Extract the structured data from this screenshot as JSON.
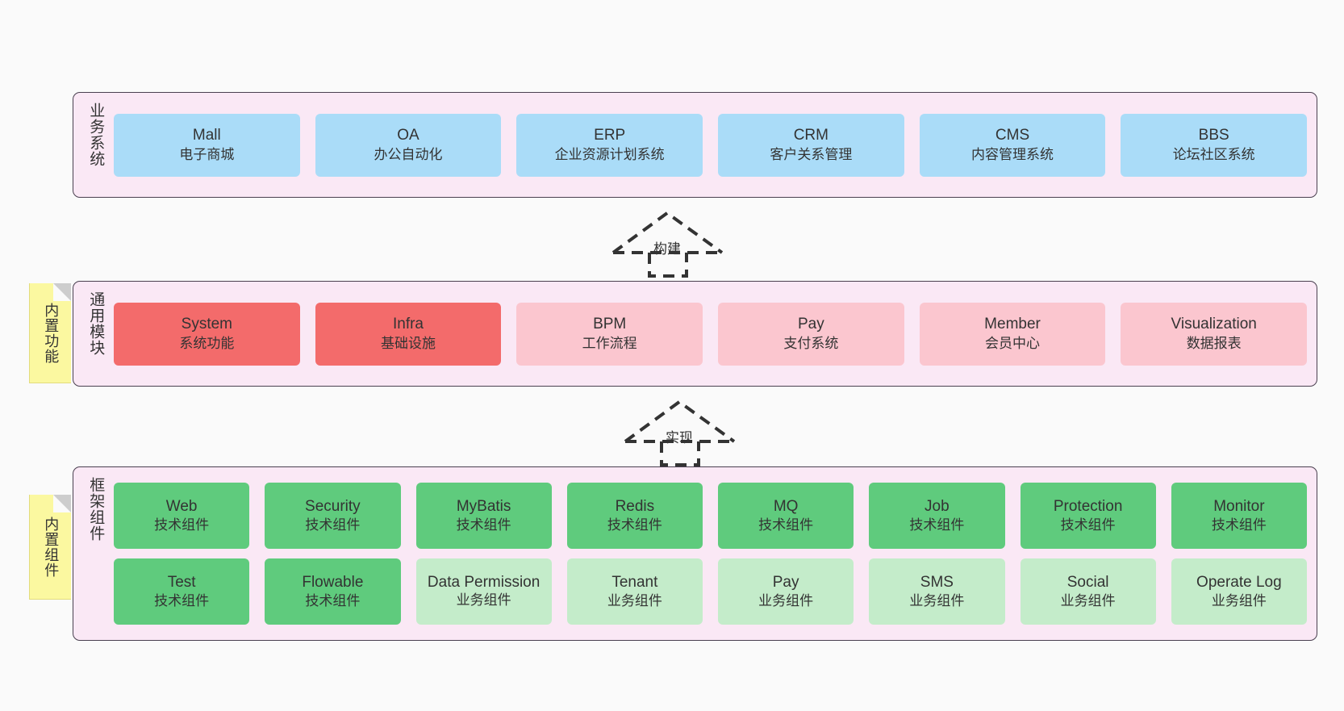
{
  "diagram": {
    "background_color": "#fafafa",
    "layer_bg": "#fae8f5",
    "layer_border": "#4a4050",
    "note_color": "#fbf8a0"
  },
  "layers": [
    {
      "label": "业务系统",
      "accent": "#aadcf8",
      "rows": [
        {
          "cells": [
            {
              "title": "Mall",
              "subtitle": "电子商城",
              "color": "#aadcf8"
            },
            {
              "title": "OA",
              "subtitle": "办公自动化",
              "color": "#aadcf8"
            },
            {
              "title": "ERP",
              "subtitle": "企业资源计划系统",
              "color": "#aadcf8"
            },
            {
              "title": "CRM",
              "subtitle": "客户关系管理",
              "color": "#aadcf8"
            },
            {
              "title": "CMS",
              "subtitle": "内容管理系统",
              "color": "#aadcf8"
            },
            {
              "title": "BBS",
              "subtitle": "论坛社区系统",
              "color": "#aadcf8"
            }
          ]
        }
      ]
    },
    {
      "label": "通用模块",
      "note": "内置功能",
      "accent": "#f36b6b",
      "rows": [
        {
          "cells": [
            {
              "title": "System",
              "subtitle": "系统功能",
              "color": "#f36b6b"
            },
            {
              "title": "Infra",
              "subtitle": "基础设施",
              "color": "#f36b6b"
            },
            {
              "title": "BPM",
              "subtitle": "工作流程",
              "color": "#fbc6cf"
            },
            {
              "title": "Pay",
              "subtitle": "支付系统",
              "color": "#fbc6cf"
            },
            {
              "title": "Member",
              "subtitle": "会员中心",
              "color": "#fbc6cf"
            },
            {
              "title": "Visualization",
              "subtitle": "数据报表",
              "color": "#fbc6cf"
            }
          ]
        }
      ]
    },
    {
      "label": "框架组件",
      "note": "内置组件",
      "accent": "#5fcb7d",
      "rows": [
        {
          "cells": [
            {
              "title": "Web",
              "subtitle": "技术组件",
              "color": "#5fcb7d"
            },
            {
              "title": "Security",
              "subtitle": "技术组件",
              "color": "#5fcb7d"
            },
            {
              "title": "MyBatis",
              "subtitle": "技术组件",
              "color": "#5fcb7d"
            },
            {
              "title": "Redis",
              "subtitle": "技术组件",
              "color": "#5fcb7d"
            },
            {
              "title": "MQ",
              "subtitle": "技术组件",
              "color": "#5fcb7d"
            },
            {
              "title": "Job",
              "subtitle": "技术组件",
              "color": "#5fcb7d"
            },
            {
              "title": "Protection",
              "subtitle": "技术组件",
              "color": "#5fcb7d"
            },
            {
              "title": "Monitor",
              "subtitle": "技术组件",
              "color": "#5fcb7d"
            }
          ]
        },
        {
          "cells": [
            {
              "title": "Test",
              "subtitle": "技术组件",
              "color": "#5fcb7d"
            },
            {
              "title": "Flowable",
              "subtitle": "技术组件",
              "color": "#5fcb7d"
            },
            {
              "title": "Data Permission",
              "subtitle": "业务组件",
              "color": "#c4ecca"
            },
            {
              "title": "Tenant",
              "subtitle": "业务组件",
              "color": "#c4ecca"
            },
            {
              "title": "Pay",
              "subtitle": "业务组件",
              "color": "#c4ecca"
            },
            {
              "title": "SMS",
              "subtitle": "业务组件",
              "color": "#c4ecca"
            },
            {
              "title": "Social",
              "subtitle": "业务组件",
              "color": "#c4ecca"
            },
            {
              "title": "Operate Log",
              "subtitle": "业务组件",
              "color": "#c4ecca"
            }
          ]
        }
      ]
    }
  ],
  "connectors": [
    {
      "label": "构建"
    },
    {
      "label": "实现"
    }
  ]
}
